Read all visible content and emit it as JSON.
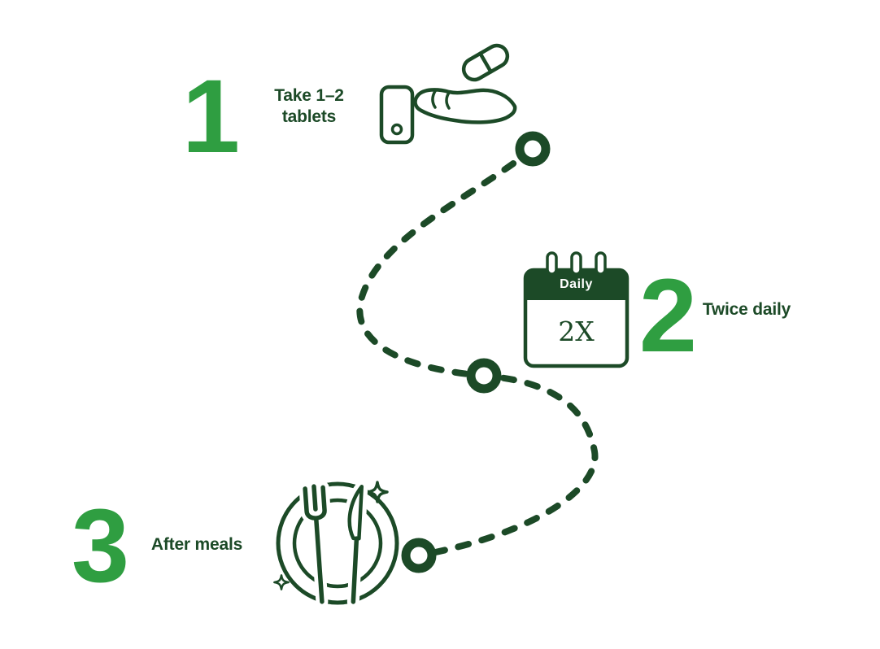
{
  "colors": {
    "accent_green": "#2f9e41",
    "dark_green": "#1c4a27",
    "background": "#ffffff"
  },
  "steps": [
    {
      "number": "1",
      "label": "Take 1–2 tablets",
      "icon": "hand-offering-tablets-icon",
      "extra_icons": [
        "capsule-icon",
        "tablet-pack-icon"
      ]
    },
    {
      "number": "2",
      "label": "Twice daily",
      "icon": "calendar-icon",
      "calendar": {
        "header": "Daily",
        "value": "2X"
      }
    },
    {
      "number": "3",
      "label": "After meals",
      "icon": "meal-plate-icon",
      "extra_icons": [
        "fork-icon",
        "knife-icon",
        "sparkle-icon"
      ]
    }
  ],
  "route": {
    "style": "dashed-curve",
    "node_icon": "route-node-circle",
    "node_count": 3
  }
}
